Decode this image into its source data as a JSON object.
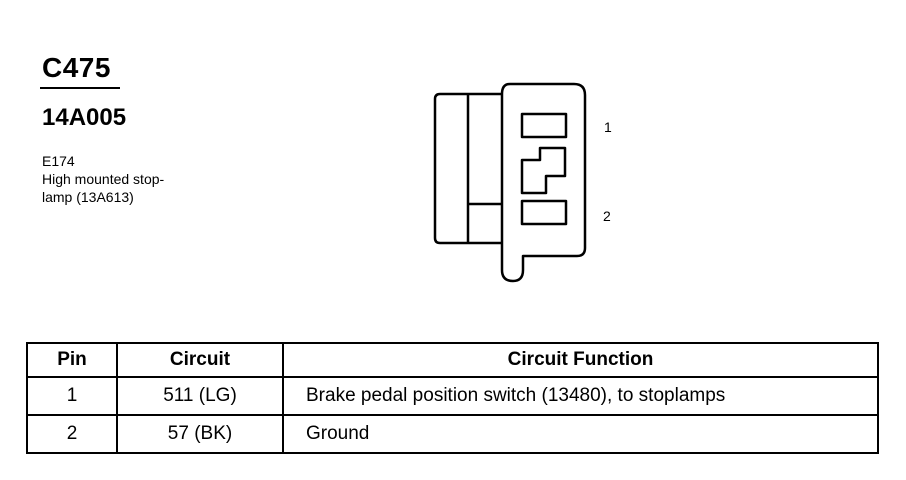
{
  "connector": {
    "id": "C475",
    "part_number": "14A005",
    "description_lines": [
      "E174",
      "High mounted stop-",
      "lamp (13A613)"
    ]
  },
  "diagram": {
    "pin_labels": [
      "1",
      "2"
    ]
  },
  "table": {
    "headers": [
      "Pin",
      "Circuit",
      "Circuit Function"
    ],
    "rows": [
      {
        "pin": "1",
        "circuit": "511 (LG)",
        "function": "Brake pedal position switch (13480), to stoplamps"
      },
      {
        "pin": "2",
        "circuit": "57 (BK)",
        "function": "Ground"
      }
    ]
  }
}
